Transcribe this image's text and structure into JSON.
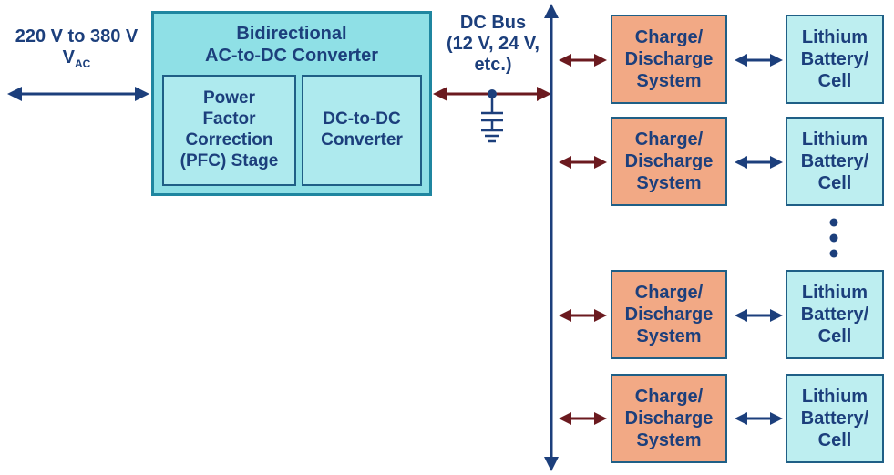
{
  "input": {
    "voltage_label": "220 V to 380 V",
    "vac_main": "V",
    "vac_sub": "AC"
  },
  "converter": {
    "title_line1": "Bidirectional",
    "title_line2": "AC-to-DC Converter",
    "pfc": {
      "line1": "Power",
      "line2": "Factor",
      "line3": "Correction",
      "line4": "(PFC) Stage"
    },
    "dcdc": {
      "line1": "DC-to-DC",
      "line2": "Converter"
    }
  },
  "bus": {
    "line1": "DC Bus",
    "line2": "(12 V, 24 V,",
    "line3": "etc.)"
  },
  "channels": [
    {
      "charge": {
        "line1": "Charge/",
        "line2": "Discharge",
        "line3": "System"
      },
      "cell": {
        "line1": "Lithium",
        "line2": "Battery/",
        "line3": "Cell"
      }
    },
    {
      "charge": {
        "line1": "Charge/",
        "line2": "Discharge",
        "line3": "System"
      },
      "cell": {
        "line1": "Lithium",
        "line2": "Battery/",
        "line3": "Cell"
      }
    },
    {
      "charge": {
        "line1": "Charge/",
        "line2": "Discharge",
        "line3": "System"
      },
      "cell": {
        "line1": "Lithium",
        "line2": "Battery/",
        "line3": "Cell"
      }
    },
    {
      "charge": {
        "line1": "Charge/",
        "line2": "Discharge",
        "line3": "System"
      },
      "cell": {
        "line1": "Lithium",
        "line2": "Battery/",
        "line3": "Cell"
      }
    }
  ],
  "colors": {
    "navy": "#1c3f7c",
    "maroon": "#6b1a1f",
    "converter_fill": "#8fe0e6",
    "charge_fill": "#f2a985",
    "cell_fill": "#bdeef0"
  }
}
